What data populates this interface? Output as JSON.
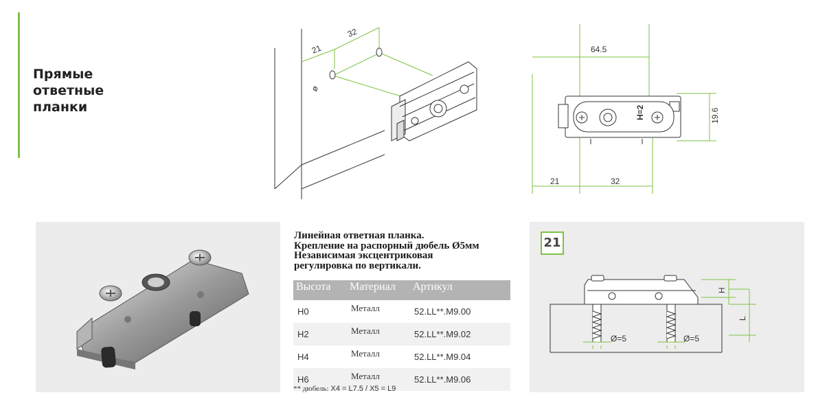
{
  "section": {
    "title_lines": [
      "Прямые",
      "ответные",
      "планки"
    ],
    "accent_color": "#7dc242"
  },
  "install_drawing": {
    "dim_21": "21",
    "dim_32": "32",
    "dim_diameter": "ø"
  },
  "plan_drawing": {
    "dim_64_5": "64.5",
    "dim_19_6": "19.6",
    "dim_21": "21",
    "dim_32": "32",
    "part_mark": "H=2"
  },
  "product": {
    "description_lines": [
      "Линейная ответная планка.",
      "Крепление на распорный дюбель Ø5мм",
      "Независимая эксцентриковая",
      "регулировка по вертикали."
    ],
    "table": {
      "headers": [
        "Высота",
        "Материал",
        "Артикул"
      ],
      "rows": [
        {
          "height": "H0",
          "material": "Металл",
          "article": "52.LL**.M9.00"
        },
        {
          "height": "H2",
          "material": "Металл",
          "article": "52.LL**.M9.02"
        },
        {
          "height": "H4",
          "material": "Металл",
          "article": "52.LL**.M9.04"
        },
        {
          "height": "H6",
          "material": "Металл",
          "article": "52.LL**.M9.06"
        }
      ]
    },
    "note_prefix": "** дюбель:",
    "note_values": " X4 = L7.5 / X5 = L9"
  },
  "cross_section": {
    "badge": "21",
    "label_H": "H",
    "label_L": "L",
    "dia_left": "Ø=5",
    "dia_right": "Ø=5"
  }
}
